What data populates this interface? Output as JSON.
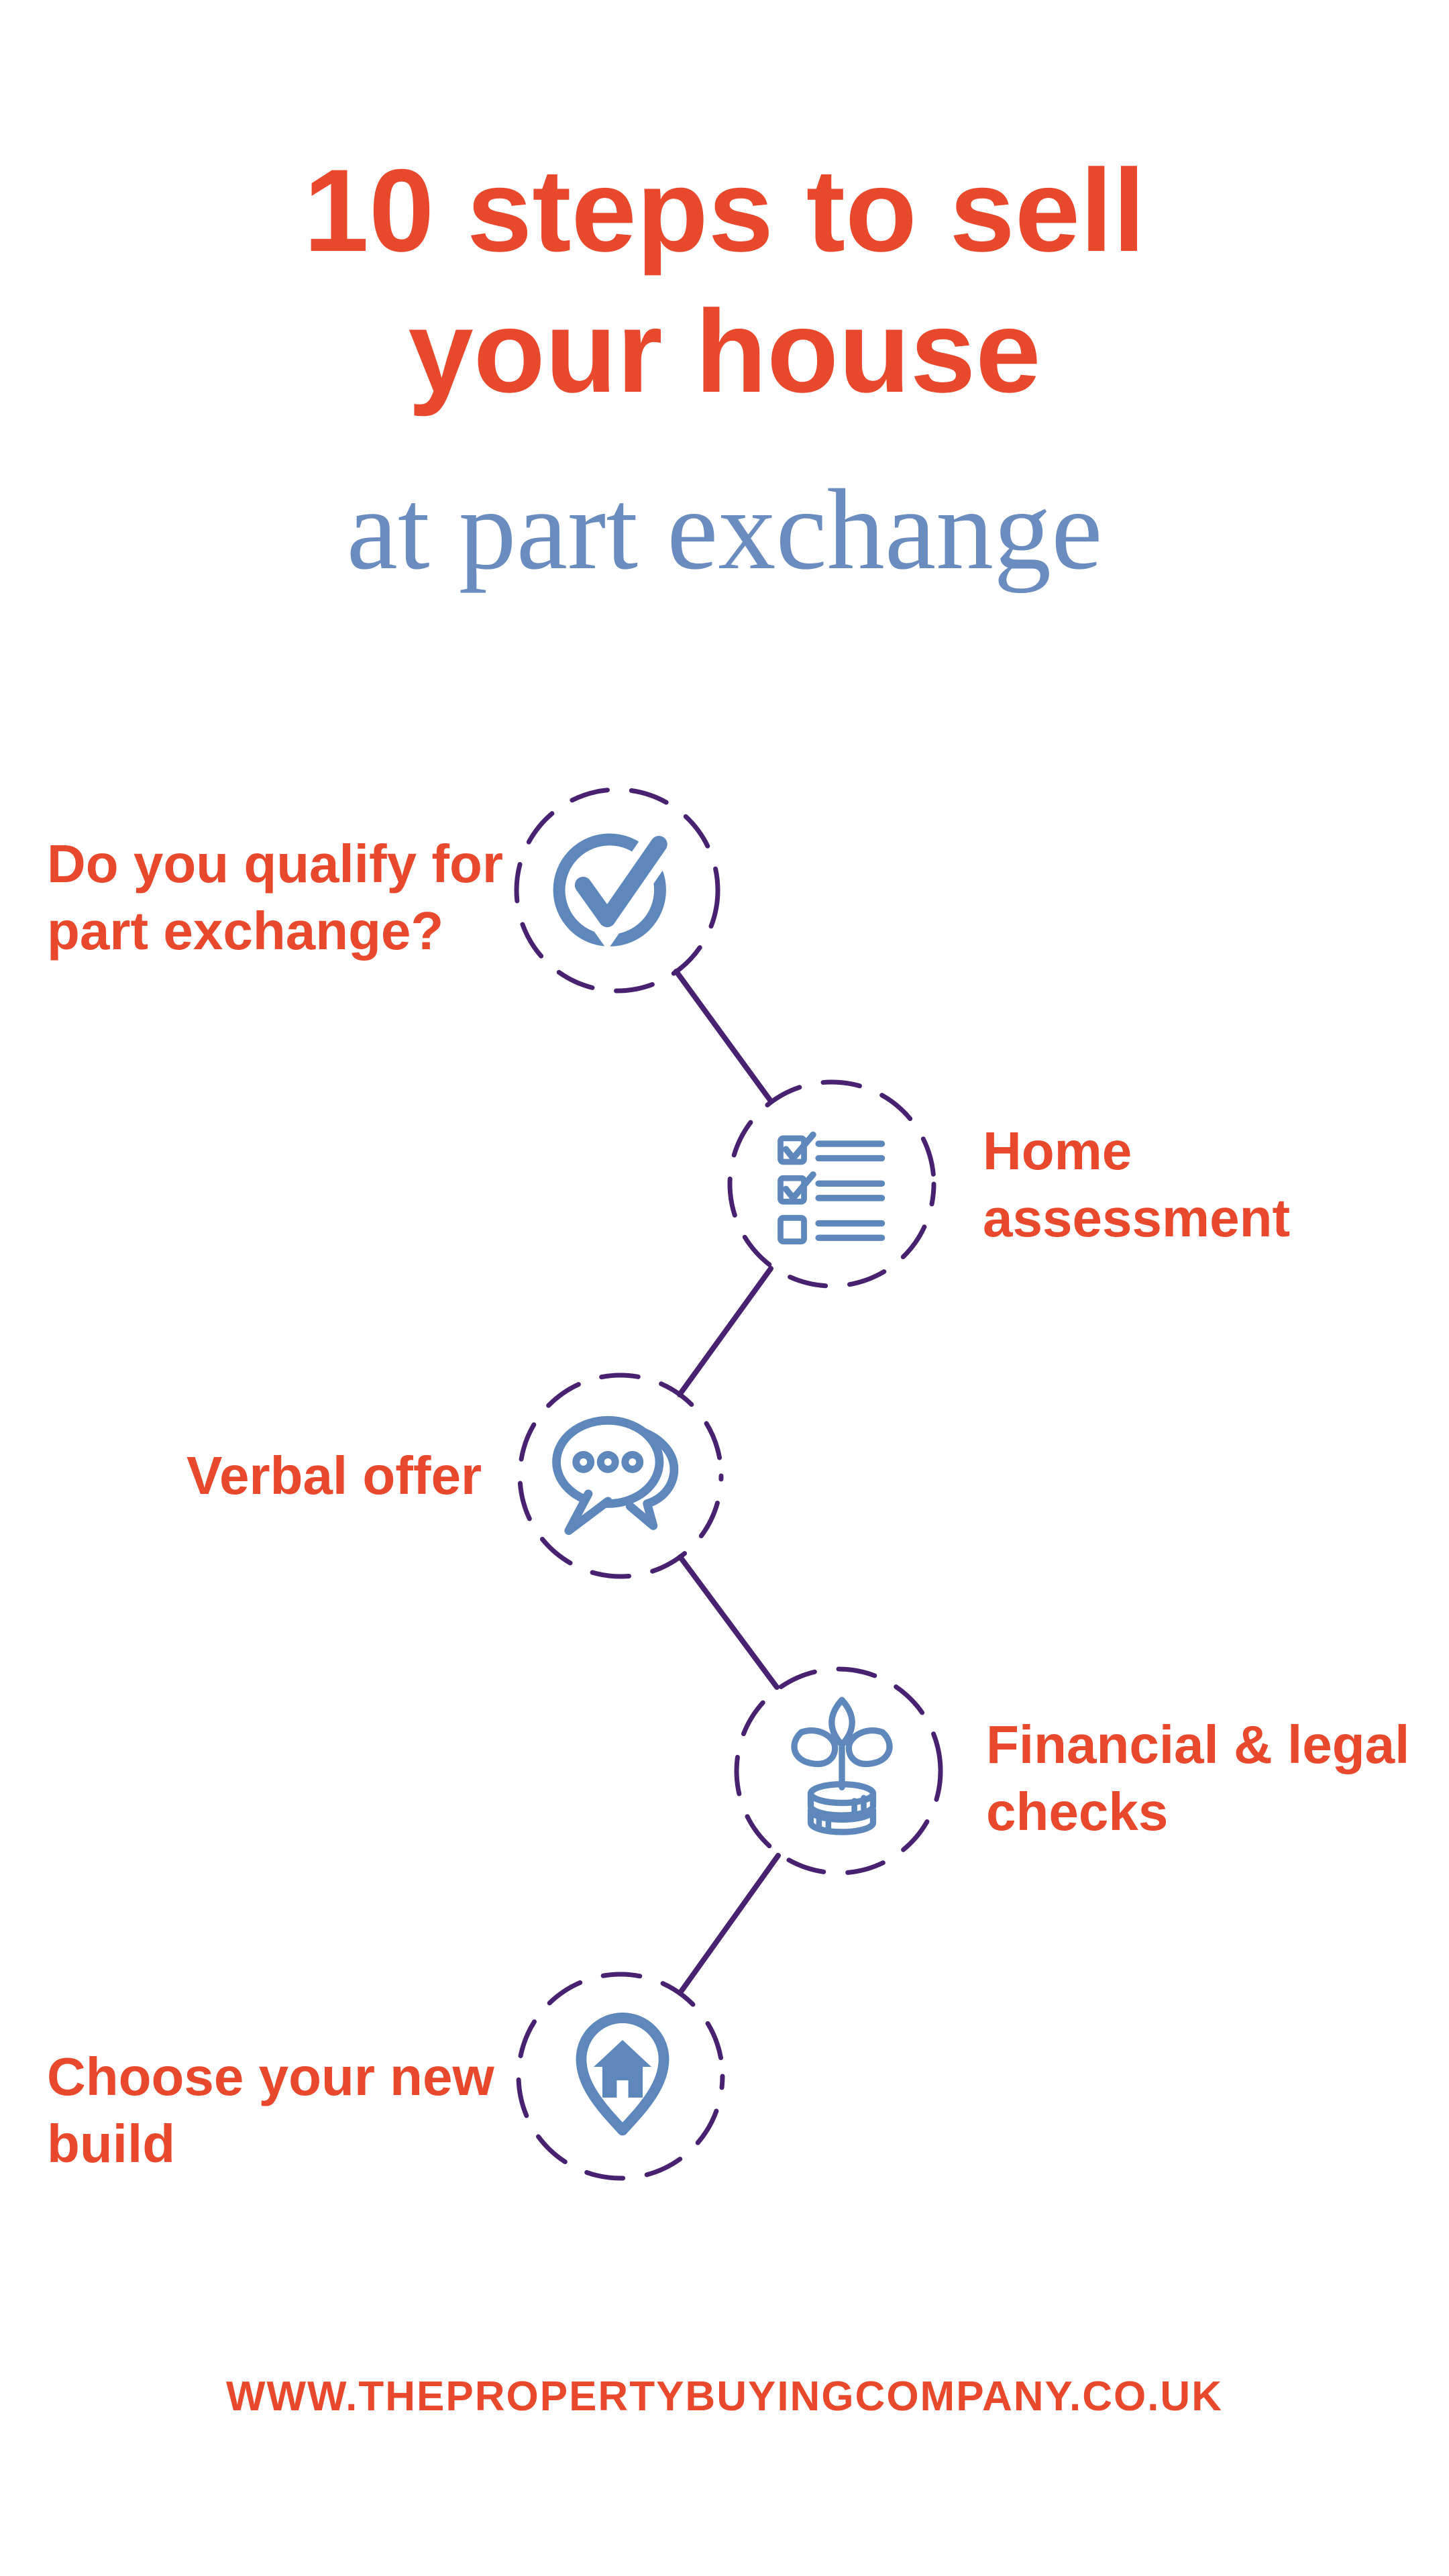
{
  "colors": {
    "background": "#FFFFFF",
    "accent_red": "#E8482C",
    "icon_blue": "#5E88BB",
    "subtitle_blue": "#6A8CBE",
    "line_purple": "#482170"
  },
  "header": {
    "title_line1": "10 steps to sell",
    "title_line2": "your house",
    "subtitle": "at part exchange"
  },
  "steps": [
    {
      "id": 1,
      "icon": "check-circle-icon",
      "side": "left",
      "lines": [
        "Do you qualify for",
        "part exchange?"
      ]
    },
    {
      "id": 2,
      "icon": "checklist-icon",
      "side": "right",
      "lines": [
        "Home",
        "assessment"
      ]
    },
    {
      "id": 3,
      "icon": "chat-bubbles-icon",
      "side": "left",
      "lines": [
        "Verbal offer"
      ]
    },
    {
      "id": 4,
      "icon": "plant-coins-icon",
      "side": "right",
      "lines": [
        "Financial & legal",
        "checks"
      ]
    },
    {
      "id": 5,
      "icon": "house-pin-icon",
      "side": "left",
      "lines": [
        "Choose your new",
        "build"
      ]
    }
  ],
  "footer": {
    "website": "WWW.THEPROPERTYBUYINGCOMPANY.CO.UK"
  }
}
